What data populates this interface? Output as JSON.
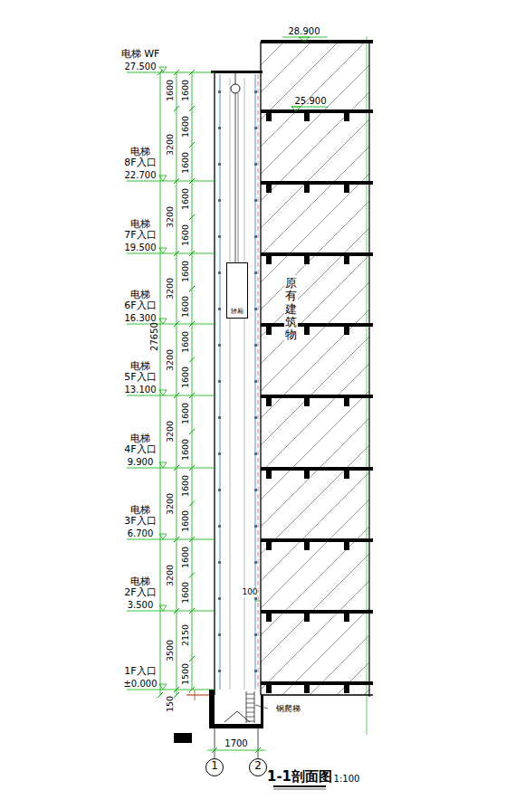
{
  "diagram": {
    "nodes": [
      {
        "text": [
          "原有建筑物"
        ]
      },
      {
        "text": [
          "轿厢"
        ]
      },
      {
        "text": [
          "1"
        ]
      },
      {
        "text": [
          "2"
        ]
      }
    ],
    "labels": [
      "28.900",
      "25.900",
      "电梯 WF",
      "27.500",
      "电梯 8F入口",
      "22.700",
      "电梯 7F入口",
      "19.500",
      "电梯 6F入口",
      "16.300",
      "电梯 5F入口",
      "13.100",
      "电梯 4F入口",
      "9.900",
      "电梯 3F入口",
      "6.700",
      "电梯 2F入口",
      "3.500",
      "1F入口",
      "±0.000",
      "27650",
      "1600",
      "3200",
      "3200",
      "3200",
      "3200",
      "3200",
      "3200",
      "3200",
      "3500",
      "150",
      "1600",
      "1600",
      "1600",
      "1600",
      "1600",
      "1600",
      "1600",
      "1600",
      "1600",
      "1600",
      "1600",
      "1600",
      "1600",
      "1600",
      "1600",
      "2150",
      "1500",
      "100",
      "钢爬梯",
      "1700",
      "1-1剖面图",
      "1:100"
    ]
  }
}
